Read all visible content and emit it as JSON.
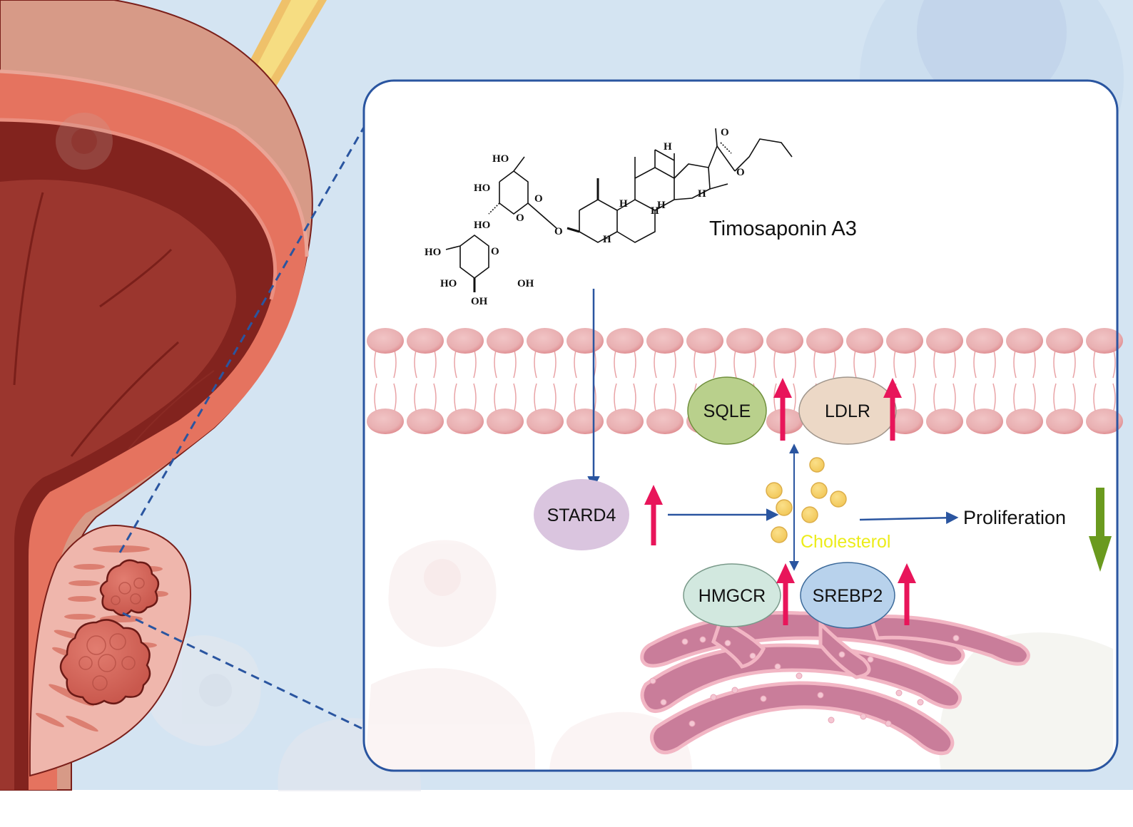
{
  "figure": {
    "compound_name": "Timosaponin A3",
    "colors": {
      "background": "#d4e4f2",
      "panel_border": "#2a55a0",
      "pathway_arrow": "#2a55a0",
      "upregulation_arrow": "#e8155a",
      "downregulation_arrow": "#6a9a1e",
      "membrane": "#eab4b6",
      "er": "#c97d9a",
      "cholesterol": "#f7d36a",
      "cholesterol_label": "#ecec1a"
    },
    "chemical_structure": {
      "labels": [
        "HO",
        "HO",
        "HO",
        "O",
        "O",
        "HO",
        "O",
        "HO",
        "OH",
        "OH",
        "O",
        "O",
        "O",
        "H",
        "H",
        "H",
        "H",
        "H",
        "H"
      ]
    },
    "proteins": [
      {
        "id": "sqle",
        "label": "SQLE",
        "location": "membrane",
        "regulation": "up",
        "fill": "#b9d08c"
      },
      {
        "id": "ldlr",
        "label": "LDLR",
        "location": "membrane",
        "regulation": "up",
        "fill": "#ecd8c6"
      },
      {
        "id": "stard4",
        "label": "STARD4",
        "location": "cytoplasm",
        "regulation": "up",
        "fill": "#dac5df"
      },
      {
        "id": "hmgcr",
        "label": "HMGCR",
        "location": "ER",
        "regulation": "up",
        "fill": "#d2e8df"
      },
      {
        "id": "srebp2",
        "label": "SREBP2",
        "location": "ER",
        "regulation": "up",
        "fill": "#b8d2ec"
      }
    ],
    "cholesterol_label": "Cholesterol",
    "outcome": {
      "label": "Proliferation",
      "regulation": "down"
    },
    "edges": [
      {
        "from": "Timosaponin A3",
        "to": "STARD4"
      },
      {
        "from": "STARD4",
        "to": "Cholesterol"
      },
      {
        "from": "Cholesterol",
        "to": "Proliferation"
      },
      {
        "from": "Cholesterol",
        "to": "SQLE/LDLR",
        "bidirectional": true
      },
      {
        "from": "Cholesterol",
        "to": "HMGCR/SREBP2",
        "bidirectional": true
      }
    ]
  }
}
